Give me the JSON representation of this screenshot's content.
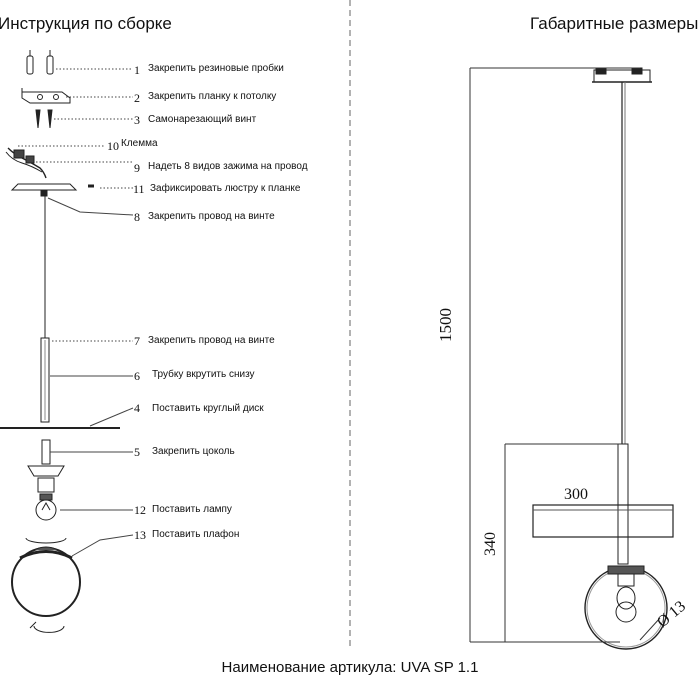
{
  "left_title": "Инструкция по сборке",
  "right_title": "Габаритные размеры",
  "steps": [
    {
      "num": "1",
      "text": "Закрепить резиновые пробки"
    },
    {
      "num": "2",
      "text": "Закрепить планку к потолку"
    },
    {
      "num": "3",
      "text": "Самонарезающий винт"
    },
    {
      "num": "10",
      "text": "Клемма"
    },
    {
      "num": "9",
      "text": "Надеть 8 видов зажима на провод"
    },
    {
      "num": "11",
      "text": "Зафиксировать люстру к планке"
    },
    {
      "num": "8",
      "text": "Закрепить провод на винте"
    },
    {
      "num": "7",
      "text": "Закрепить провод на винте"
    },
    {
      "num": "6",
      "text": "Трубку вкрутить снизу"
    },
    {
      "num": "4",
      "text": "Поставить круглый диск"
    },
    {
      "num": "5",
      "text": "Закрепить цоколь"
    },
    {
      "num": "12",
      "text": "Поставить лампу"
    },
    {
      "num": "13",
      "text": "Поставить плафон"
    }
  ],
  "dimensions": {
    "height": "1500",
    "disc_width": "300",
    "lower_height": "340",
    "diameter": "Ø 13"
  },
  "footer": "Наименование артикула: UVA SP 1.1"
}
